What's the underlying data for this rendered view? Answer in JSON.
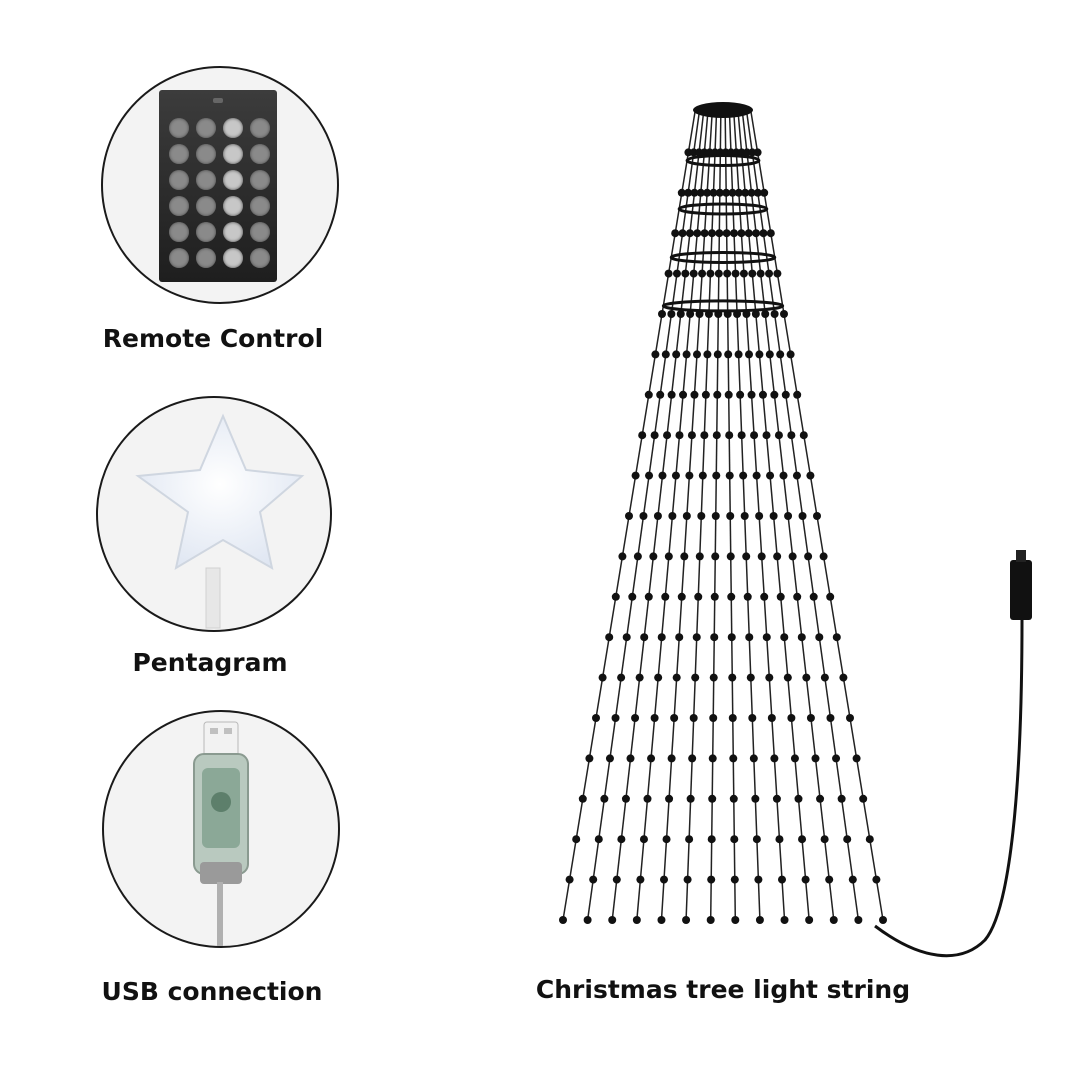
{
  "components": [
    {
      "id": "remote",
      "label": "Remote Control"
    },
    {
      "id": "star",
      "label": "Pentagram"
    },
    {
      "id": "usb",
      "label": "USB connection"
    }
  ],
  "main_product": {
    "label": "Christmas tree light string"
  },
  "colors": {
    "background": "#ffffff",
    "text": "#111111",
    "wire": "#111111",
    "circle_fill": "#f3f3f3"
  },
  "icons": [
    "remote-control-icon",
    "star-topper-icon",
    "usb-plug-icon",
    "tree-light-string-icon"
  ]
}
